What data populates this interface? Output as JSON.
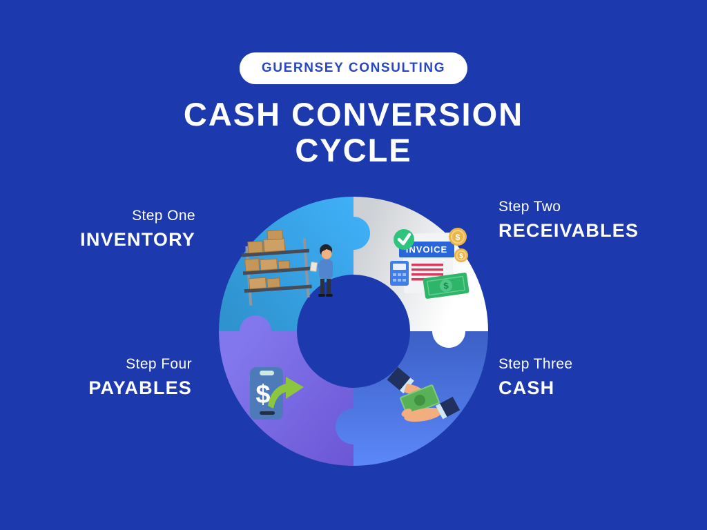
{
  "page": {
    "background_color": "#1c3aad"
  },
  "badge": {
    "label": "GUERNSEY CONSULTING",
    "background_color": "#ffffff",
    "text_color": "#2746c4"
  },
  "title": {
    "line1": "CASH CONVERSION",
    "line2": "CYCLE",
    "color": "#ffffff"
  },
  "currency": {
    "symbol": "$"
  },
  "diagram": {
    "type": "cycle-puzzle-donut",
    "segments": [
      {
        "id": "inventory",
        "position": "top-left",
        "step_label": "Step One",
        "name": "INVENTORY",
        "icon": "warehouse-shelf-icon",
        "color_start": "#41b3fc",
        "color_end": "#2f93cf"
      },
      {
        "id": "receivables",
        "position": "top-right",
        "step_label": "Step Two",
        "name": "RECEIVABLES",
        "icon": "invoice-icon",
        "icon_text": "INVOICE",
        "color_start": "#cdd0d4",
        "color_end": "#ffffff"
      },
      {
        "id": "cash",
        "position": "bottom-right",
        "step_label": "Step Three",
        "name": "CASH",
        "icon": "hands-exchanging-cash-icon",
        "color_start": "#3b5fc5",
        "color_end": "#5c87f8"
      },
      {
        "id": "payables",
        "position": "bottom-left",
        "step_label": "Step Four",
        "name": "PAYABLES",
        "icon": "mobile-payment-arrow-icon",
        "color_start": "#8277ec",
        "color_end": "#654ccd"
      }
    ]
  }
}
